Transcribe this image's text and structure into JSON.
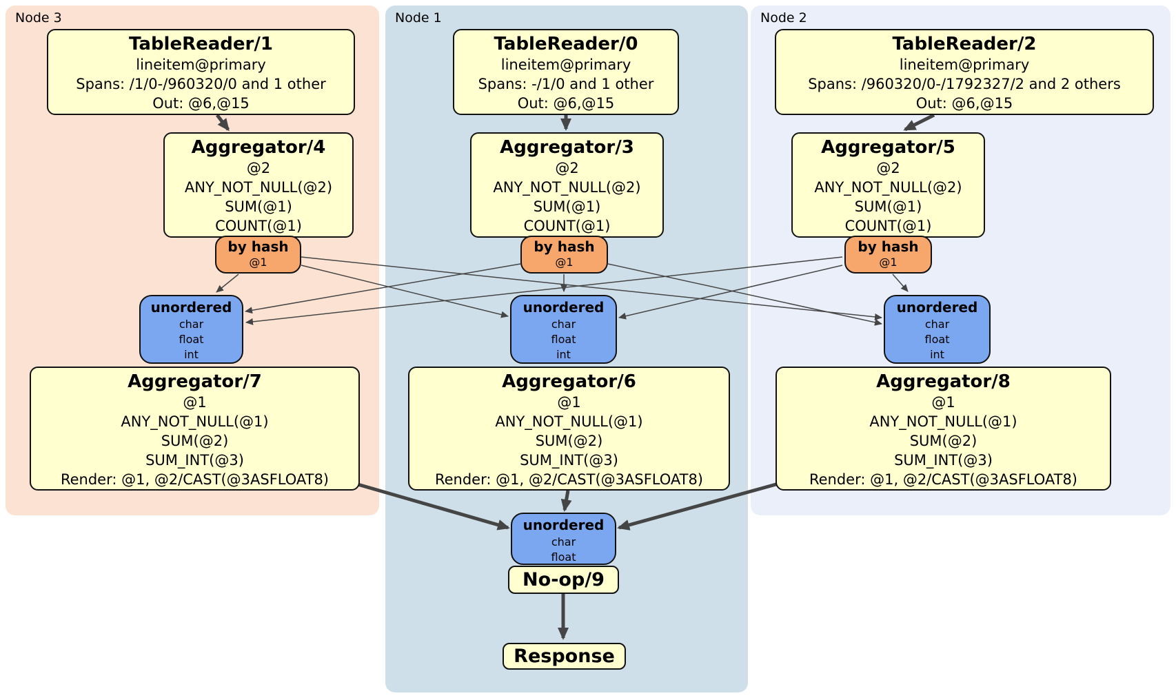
{
  "colors": {
    "node3_panel_bg": "#fbe2d3",
    "node1_panel_bg": "#cfdfe9",
    "node2_panel_bg": "#eaeffa",
    "processor_box_fill": "#ffffcf",
    "hash_router_fill": "#f7a76c",
    "sync_box_fill": "#7aa7f0",
    "edge_color": "#454545",
    "box_border": "#111111"
  },
  "node3": {
    "label": "Node 3",
    "table_reader": {
      "title": "TableReader/1",
      "lines": [
        "lineitem@primary",
        "Spans: /1/0-/960320/0 and 1 other",
        "Out: @6,@15"
      ]
    },
    "aggregator_top": {
      "title": "Aggregator/4",
      "lines": [
        "@2",
        "ANY_NOT_NULL(@2)",
        "SUM(@1)",
        "COUNT(@1)"
      ]
    },
    "router": {
      "title": "by hash",
      "lines": [
        "@1"
      ]
    },
    "sync": {
      "title": "unordered",
      "lines": [
        "char",
        "float",
        "int"
      ]
    },
    "aggregator_bottom": {
      "title": "Aggregator/7",
      "lines": [
        "@1",
        "ANY_NOT_NULL(@1)",
        "SUM(@2)",
        "SUM_INT(@3)",
        "Render: @1, @2/CAST(@3ASFLOAT8)"
      ]
    }
  },
  "node1": {
    "label": "Node 1",
    "table_reader": {
      "title": "TableReader/0",
      "lines": [
        "lineitem@primary",
        "Spans: -/1/0 and 1 other",
        "Out: @6,@15"
      ]
    },
    "aggregator_top": {
      "title": "Aggregator/3",
      "lines": [
        "@2",
        "ANY_NOT_NULL(@2)",
        "SUM(@1)",
        "COUNT(@1)"
      ]
    },
    "router": {
      "title": "by hash",
      "lines": [
        "@1"
      ]
    },
    "sync": {
      "title": "unordered",
      "lines": [
        "char",
        "float",
        "int"
      ]
    },
    "aggregator_bottom": {
      "title": "Aggregator/6",
      "lines": [
        "@1",
        "ANY_NOT_NULL(@1)",
        "SUM(@2)",
        "SUM_INT(@3)",
        "Render: @1, @2/CAST(@3ASFLOAT8)"
      ]
    },
    "final_sync": {
      "title": "unordered",
      "lines": [
        "char",
        "float"
      ]
    },
    "noop": {
      "title": "No-op/9"
    },
    "response": {
      "title": "Response"
    }
  },
  "node2": {
    "label": "Node 2",
    "table_reader": {
      "title": "TableReader/2",
      "lines": [
        "lineitem@primary",
        "Spans: /960320/0-/1792327/2 and 2 others",
        "Out: @6,@15"
      ]
    },
    "aggregator_top": {
      "title": "Aggregator/5",
      "lines": [
        "@2",
        "ANY_NOT_NULL(@2)",
        "SUM(@1)",
        "COUNT(@1)"
      ]
    },
    "router": {
      "title": "by hash",
      "lines": [
        "@1"
      ]
    },
    "sync": {
      "title": "unordered",
      "lines": [
        "char",
        "float",
        "int"
      ]
    },
    "aggregator_bottom": {
      "title": "Aggregator/8",
      "lines": [
        "@1",
        "ANY_NOT_NULL(@1)",
        "SUM(@2)",
        "SUM_INT(@3)",
        "Render: @1, @2/CAST(@3ASFLOAT8)"
      ]
    }
  }
}
